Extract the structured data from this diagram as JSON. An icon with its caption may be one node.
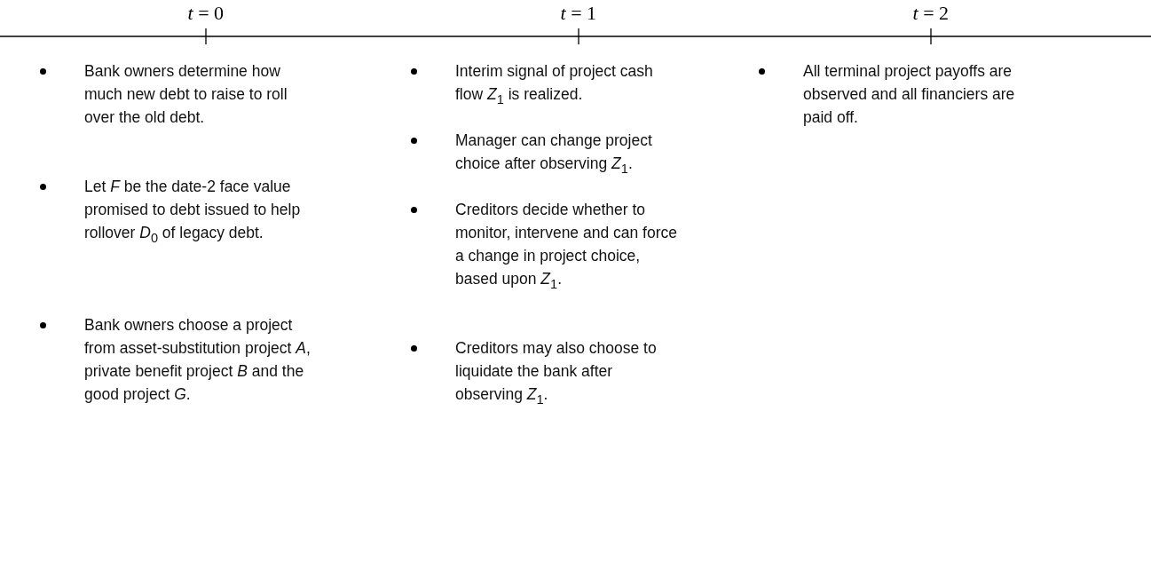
{
  "diagram": {
    "labels": [
      "*t* = 0",
      "*t* = 1",
      "*t* = 2",
      "Bank owners determine how much new debt to raise to roll over the old debt.",
      "Let *F* be the date-2 face value promised to debt issued to help rollover *D*$_{0}$ of legacy debt.",
      "Bank owners choose a project from asset-substitution project *A*, private benefit project *B* and the good project *G*.",
      "Interim signal of project cash flow *Z*$_{1}$ is realized.",
      "Manager can change project choice after observing *Z*$_{1}$.",
      "Creditors decide whether to monitor, intervene and can force a change in project choice, based upon *Z*$_{1}$.",
      "Creditors may also choose to liquidate the bank after observing *Z*$_{1}$.",
      "All terminal project payoffs are observed and all financiers are paid off."
    ]
  }
}
